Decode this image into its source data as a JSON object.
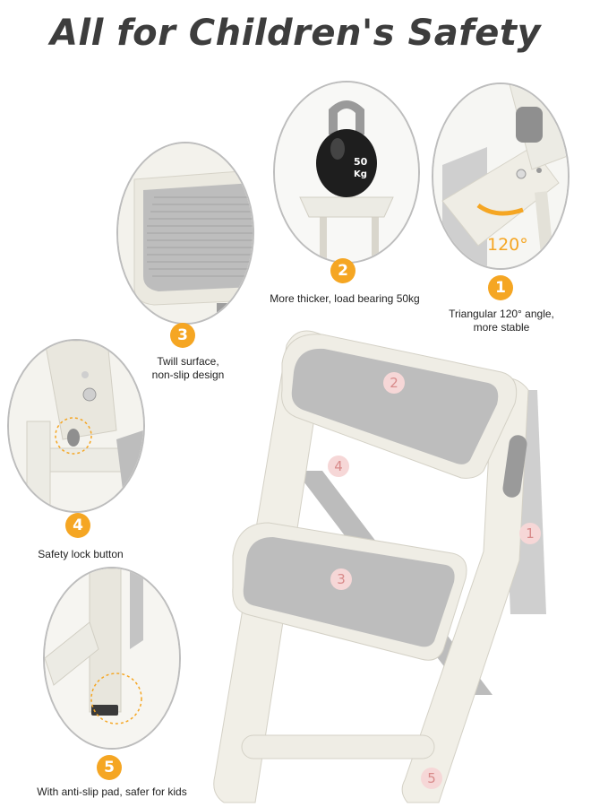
{
  "title": "All for Children's Safety",
  "features": [
    {
      "number": "1",
      "caption_line1": "Triangular 120° angle,",
      "caption_line2": "more stable",
      "angle_label": "120°"
    },
    {
      "number": "2",
      "caption_line1": "More thicker, load bearing 50kg",
      "weight_label_top": "50",
      "weight_label_bottom": "Kg"
    },
    {
      "number": "3",
      "caption_line1": "Twill surface,",
      "caption_line2": "non-slip design"
    },
    {
      "number": "4",
      "caption_line1": "Safety lock button"
    },
    {
      "number": "5",
      "caption_line1": "With anti-slip pad, safer for kids"
    }
  ],
  "markers": [
    "2",
    "4",
    "1",
    "3",
    "5"
  ],
  "colors": {
    "accent": "#f5a623",
    "title": "#3d3d3d",
    "stool_frame": "#f2f0e8",
    "tread": "#b9b9b9",
    "marker": "#f6d7d7"
  }
}
